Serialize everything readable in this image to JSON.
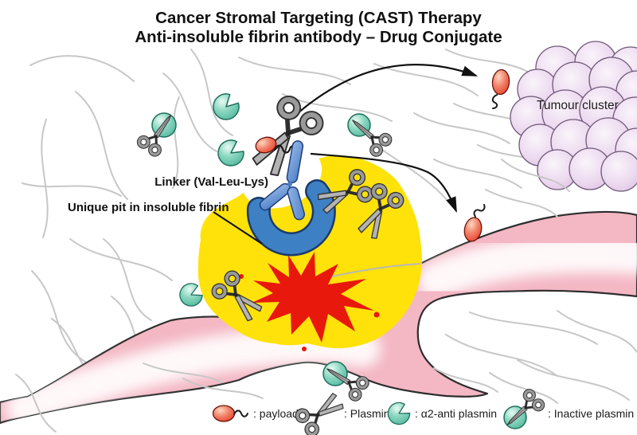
{
  "title": {
    "line1": "Cancer Stromal Targeting (CAST) Therapy",
    "line2": "Anti-insoluble fibrin antibody – Drug Conjugate"
  },
  "annotations": {
    "linker": "Linker (Val-Leu-Lys)",
    "pit": "Unique pit in insoluble fibrin",
    "tumour": "Tumour cluster"
  },
  "legend": {
    "items": [
      {
        "name": "payload",
        "label": ": payload"
      },
      {
        "name": "plasmin",
        "label": ": Plasmin"
      },
      {
        "name": "alpha2-anti-plasmin",
        "label": ": α2-anti plasmin"
      },
      {
        "name": "inactive-plasmin",
        "label": ": Inactive plasmin"
      }
    ]
  },
  "colors": {
    "fibrin_clot_yellow": "#FFE20A",
    "pit_blue": "#3E80C4",
    "antibody_blue": "#5C8FD3",
    "payload_red": "#EA3A20",
    "splash_red": "#E8180D",
    "plasmin_teal": "#6CCBB3",
    "vessel_pink": "#F4B7C4",
    "tumour_cell_pink": "#E9D4EC",
    "strand_gray": "#C7C7C7"
  }
}
